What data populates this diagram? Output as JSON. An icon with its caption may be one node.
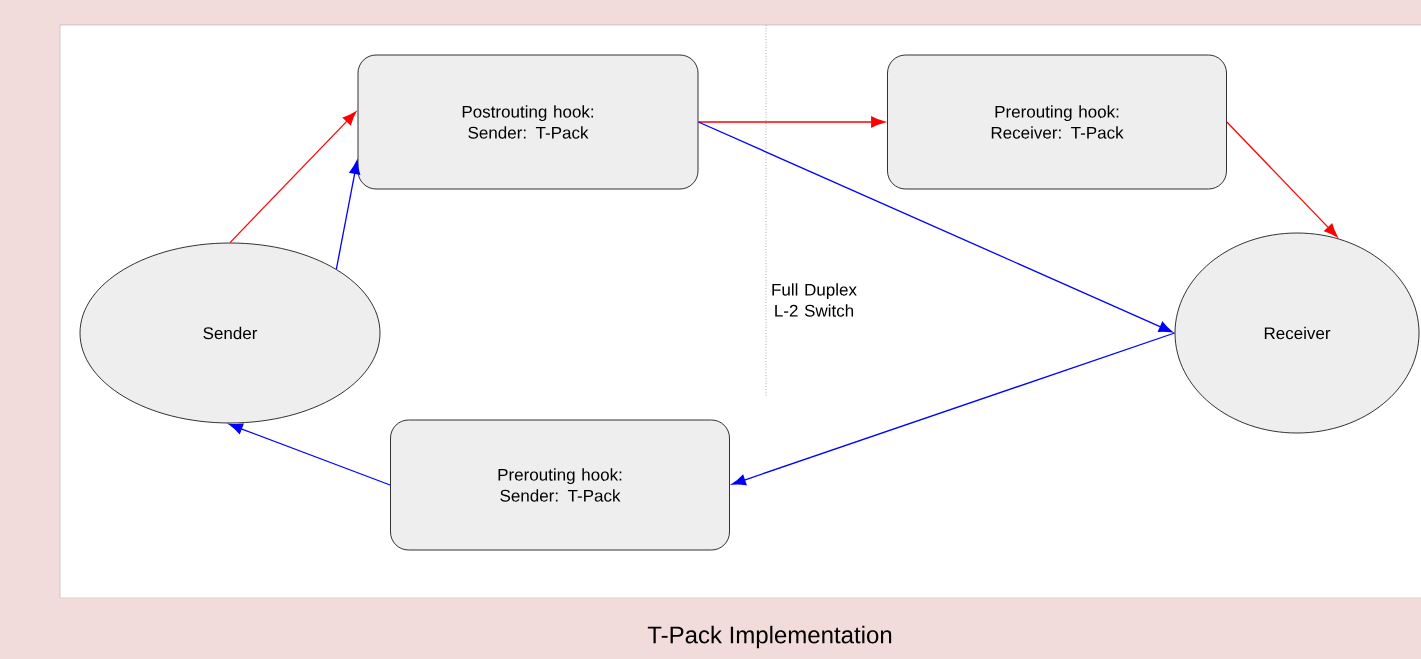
{
  "diagram": {
    "caption": "T-Pack Implementation",
    "nodes": [
      {
        "text": [
          "Sender"
        ]
      },
      {
        "text": [
          "Postrouting hook: Sender: T-Pack"
        ]
      },
      {
        "text": [
          "Prerouting hook: Receiver: T-Pack"
        ]
      },
      {
        "text": [
          "Receiver"
        ]
      },
      {
        "text": [
          "Prerouting hook: Sender: T-Pack"
        ]
      }
    ],
    "edges": [
      {
        "from": 0,
        "to": 1,
        "arrow": "to",
        "color": "#ff0000"
      },
      {
        "from": 0,
        "to": 1,
        "arrow": "to"
      },
      {
        "from": 1,
        "to": 2,
        "arrow": "to",
        "color": "#ff0000"
      },
      {
        "from": 2,
        "to": 3,
        "arrow": "to",
        "color": "#ff0000"
      },
      {
        "from": 1,
        "to": 3,
        "arrow": "to"
      },
      {
        "from": 3,
        "to": 4,
        "arrow": "to"
      },
      {
        "from": 4,
        "to": 0,
        "arrow": "to"
      }
    ],
    "labels": [
      "Full Duplex L-2 Switch"
    ]
  }
}
